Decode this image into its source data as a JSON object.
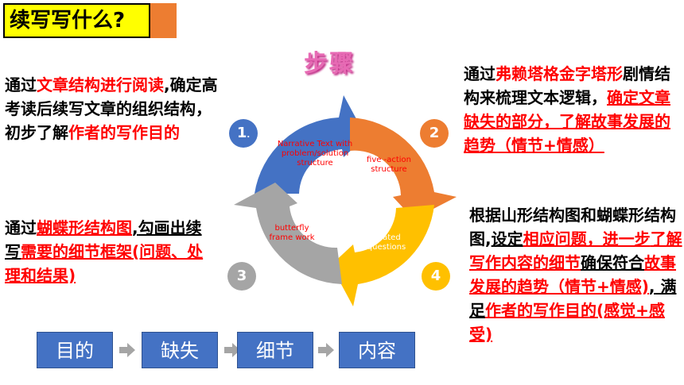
{
  "title": "续写写什么?",
  "steps_title": "步骤",
  "paragraphs": {
    "p1": [
      {
        "t": "通过"
      },
      {
        "t": "文章结构进行阅读",
        "c": "red"
      },
      {
        "t": ",确定高考读后续写文章的组织结构，初步了解"
      },
      {
        "t": "作者的写作目的",
        "c": "red"
      }
    ],
    "p2": [
      {
        "t": "通过"
      },
      {
        "t": "蝴蝶形结构图",
        "c": "red",
        "u": true
      },
      {
        "t": ",",
        "u": true
      },
      {
        "t": "勾画出续写",
        "u": true
      },
      {
        "t": "需要的细节框架(问题、处理和结果)",
        "c": "red",
        "u": true
      }
    ],
    "p3": [
      {
        "t": "通过"
      },
      {
        "t": "弗赖塔格金字塔形",
        "c": "red"
      },
      {
        "t": "剧情结构来梳理文本逻辑，"
      },
      {
        "t": "确定文章缺失的部分，了解故事发展的趋势（情节+情感）",
        "c": "red",
        "u": true
      }
    ],
    "p4": [
      {
        "t": "根据山形结构图和蝴蝶形结构图,"
      },
      {
        "t": "设定",
        "u": true
      },
      {
        "t": "相应问题，进一步",
        "c": "red",
        "u": true
      },
      {
        "t": "了解写作内容的细节",
        "c": "red",
        "u": true
      },
      {
        "t": "确保符合",
        "u": true
      },
      {
        "t": "故事发展的趋势（情节+情感)",
        "c": "red",
        "u": true
      },
      {
        "t": ", 满足",
        "u": true
      },
      {
        "t": "作者的写作目的(感觉+感受)",
        "c": "red",
        "u": true
      }
    ]
  },
  "cycle": {
    "labels": {
      "s1": "Narrative  Text with problem/solution structure",
      "s2": "five -action structure",
      "s3": "related questions",
      "s4": "butterfly frame work"
    },
    "numbers": [
      "1",
      "2",
      "3",
      "4"
    ],
    "dot": ".",
    "colors": {
      "blue": "#4472c4",
      "orange": "#ed7d31",
      "gold": "#ffc000",
      "gray": "#a5a5a5"
    }
  },
  "flow": [
    "目的",
    "缺失",
    "细节",
    "内容"
  ],
  "colors": {
    "flow_box": "#4472c4",
    "flow_arrow": "#a5a5a5",
    "accent_red": "#ff0000"
  }
}
